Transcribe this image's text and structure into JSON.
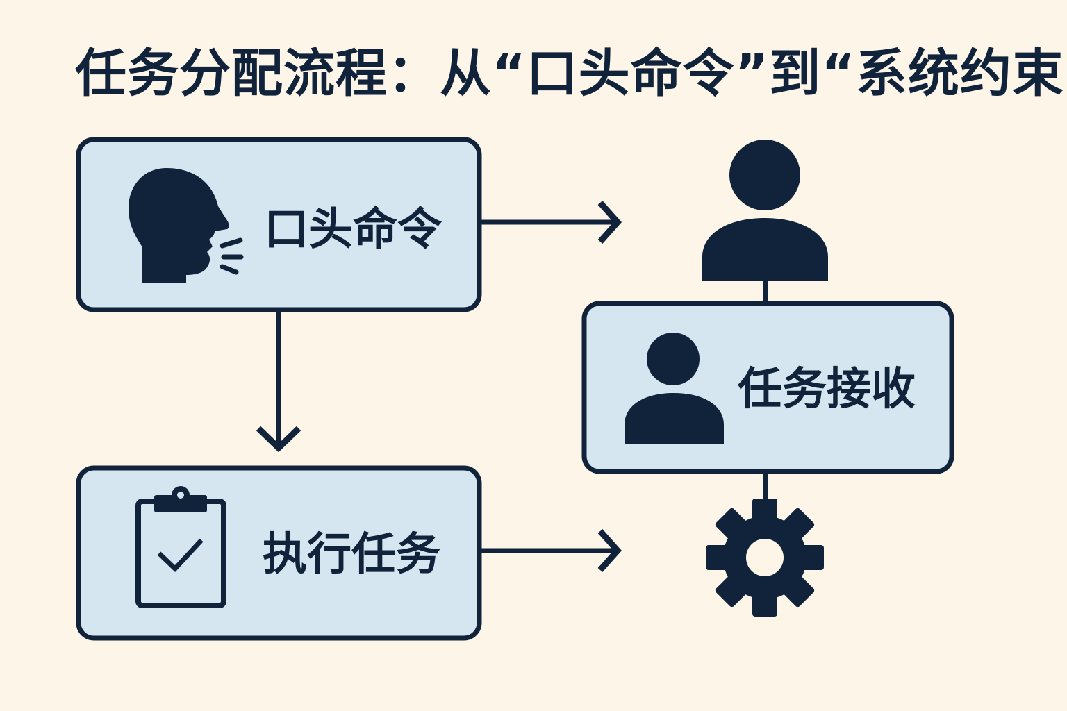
{
  "title": "任务分配流程：从“口头命令”到“系统约束",
  "nodes": {
    "verbal_command": {
      "label": "口头命令",
      "icon": "speaking-head-icon"
    },
    "task_receive": {
      "label": "任务接收",
      "icon": "person-icon"
    },
    "execute_task": {
      "label": "执行任务",
      "icon": "clipboard-check-icon"
    },
    "top_person": {
      "icon": "person-icon"
    },
    "gear": {
      "icon": "gear-icon"
    }
  },
  "colors": {
    "background": "#fdf6e8",
    "box_fill": "#d5e6f1",
    "ink": "#10233a"
  }
}
